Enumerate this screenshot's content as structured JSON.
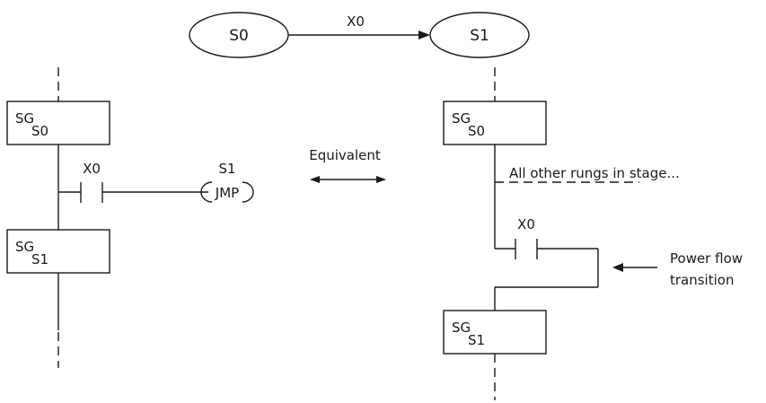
{
  "top": {
    "state_from": "S0",
    "transition": "X0",
    "state_to": "S1"
  },
  "left": {
    "stage1": {
      "main": "SG",
      "sub": "S0"
    },
    "contact": "X0",
    "jump_target": "S1",
    "jump_coil": "JMP",
    "stage2": {
      "main": "SG",
      "sub": "S1"
    }
  },
  "middle": {
    "equivalent": "Equivalent"
  },
  "right": {
    "stage1": {
      "main": "SG",
      "sub": "S0"
    },
    "other_rungs": "All other rungs in stage...",
    "contact": "X0",
    "annotation_line1": "Power flow",
    "annotation_line2": "transition",
    "stage2": {
      "main": "SG",
      "sub": "S1"
    }
  }
}
